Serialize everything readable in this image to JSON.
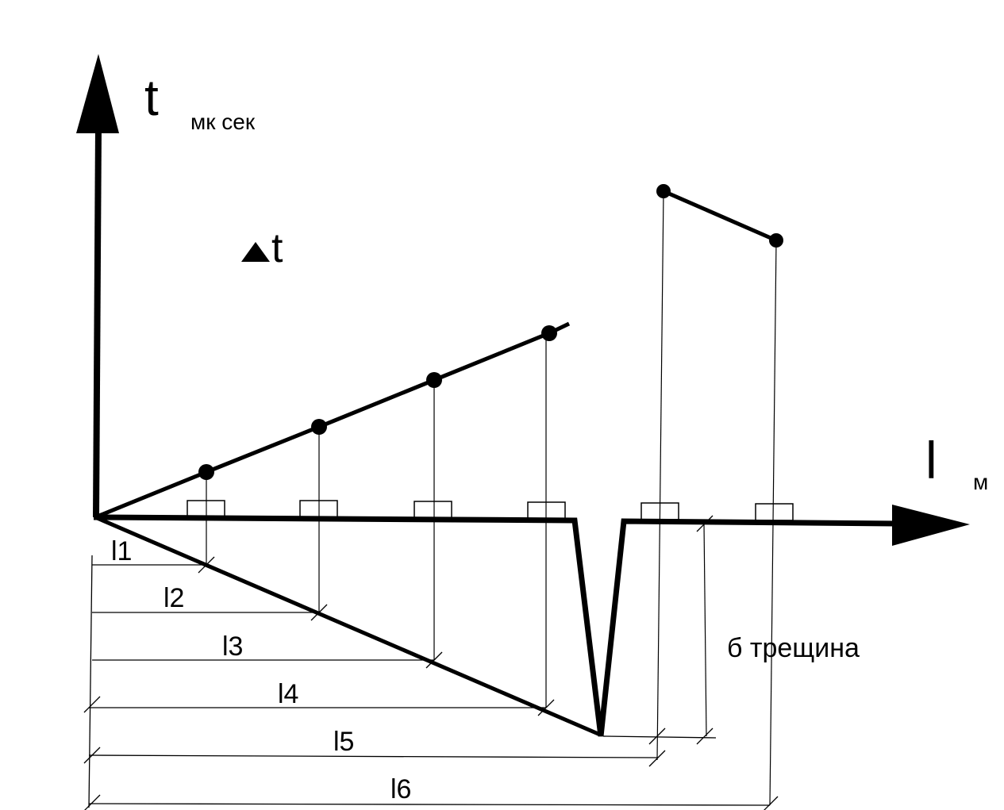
{
  "labels": {
    "y_axis": "t",
    "y_unit": "мк сек",
    "x_axis": "l",
    "x_unit": "м",
    "delta": "t",
    "crack": "б трещина"
  },
  "dimensions": [
    "l1",
    "l2",
    "l3",
    "l4",
    "l5",
    "l6"
  ],
  "colors": {
    "ink": "#000000",
    "paper": "#ffffff"
  }
}
